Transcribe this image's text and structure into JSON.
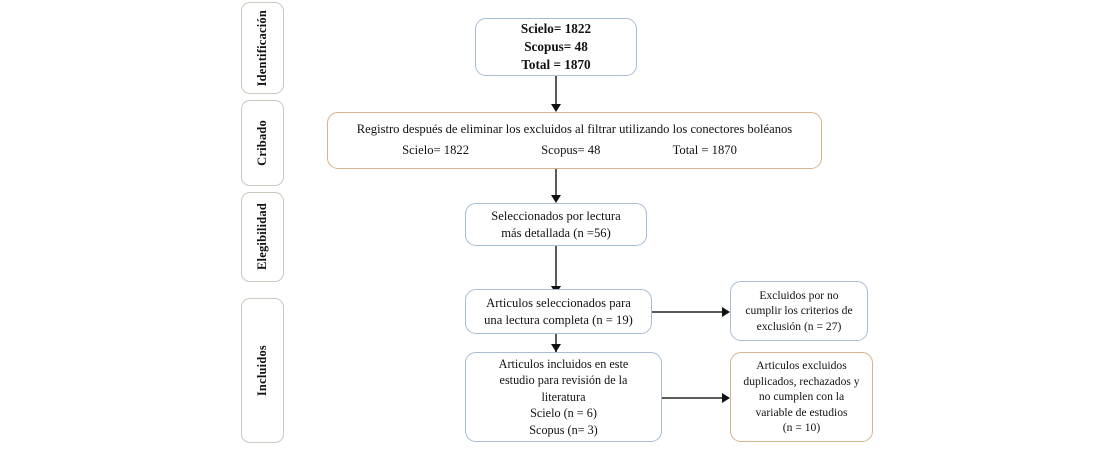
{
  "diagram": {
    "title": "PRISMA flow diagram",
    "colors": {
      "box_border_blue": "#a8bcd4",
      "box_border_tan": "#d6b48a",
      "stage_tab_border": "#c5ccbe",
      "connector": "#5a5a5a",
      "text": "#111111",
      "background": "#ffffff"
    },
    "stages": [
      {
        "label": "Identificación"
      },
      {
        "label": "Cribado"
      },
      {
        "label": "Elegibilidad"
      },
      {
        "label": "Incluidos"
      }
    ],
    "boxes": {
      "identification": {
        "text": "Scielo= 1822\nScopus= 48\nTotal = 1870",
        "border": "blue",
        "bold": true
      },
      "screening": {
        "line1": "Registro  después  de eliminar  los excluidos  al filtrar  utilizando  los conectores  boléanos",
        "line2_col1": "Scielo=  1822",
        "line2_col2": "Scopus= 48",
        "line2_col3": "Total  = 1870",
        "border": "tan",
        "bold": false
      },
      "selected_reading": {
        "text": "Seleccionados  por lectura\nmás  detallada (n =56)",
        "border": "blue",
        "bold": false
      },
      "full_reading": {
        "text": "Articulos  seleccionados  para\nuna lectura  completa  (n = 19)",
        "border": "blue",
        "bold": false
      },
      "excluded_criteria": {
        "text": "Excluidos por no\ncumplir los criterios de\nexclusión (n = 27)",
        "border": "blue",
        "bold": false
      },
      "included_studies": {
        "text": "Articulos  incluidos  en este\nestudio  para revisión  de la\nliteratura\nScielo  (n = 6)\nScopus (n= 3)",
        "border": "blue",
        "bold": false
      },
      "excluded_duplicates": {
        "text": "Articulos excluidos\nduplicados, rechazados y\nno cumplen con la\nvariable de estudios\n(n = 10)",
        "border": "tan",
        "bold": false
      }
    }
  }
}
